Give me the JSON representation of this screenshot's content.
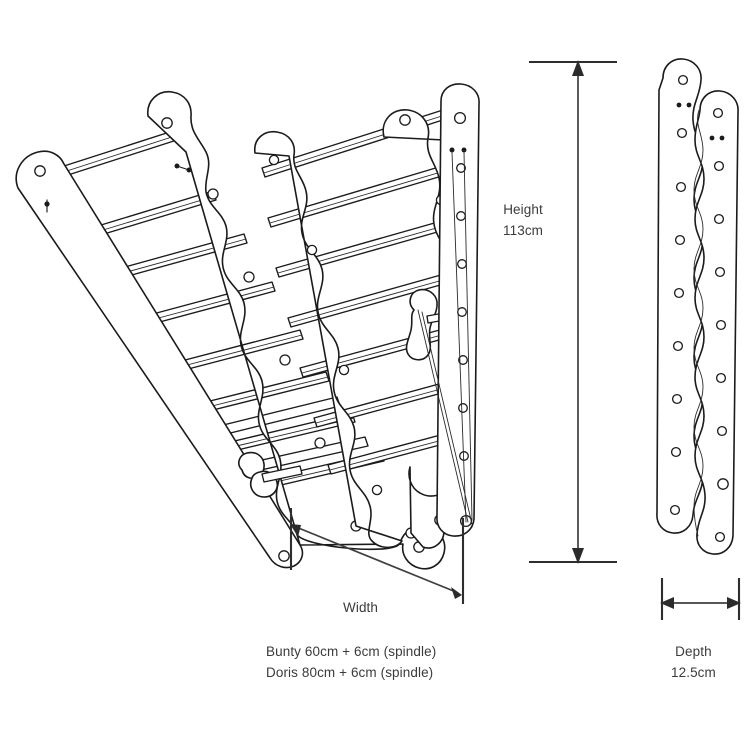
{
  "diagram": {
    "title": "Wall mounted concertina clothes airer dimension drawing",
    "ink_color": "#1b1b1b",
    "text_color": "#3b3b3b",
    "background_color": "#ffffff",
    "views": {
      "main": {
        "name": "front-three-quarter-view",
        "description": "Folding wall-mounted clothes airer with scalloped radiating arms and horizontal drying rails"
      },
      "side": {
        "name": "side-profile-view",
        "description": "Two overlapping perforated vertical strips forming the folded depth profile"
      }
    },
    "dimensions": {
      "height": {
        "label": "Height",
        "value": "113cm",
        "orientation": "vertical",
        "arrows": "both"
      },
      "width": {
        "label": "Width",
        "orientation": "diagonal",
        "arrows": "both"
      },
      "depth": {
        "label": "Depth",
        "value": "12.5cm",
        "orientation": "horizontal",
        "arrows": "both"
      }
    },
    "notes": [
      "Bunty 60cm + 6cm (spindle)",
      "Doris  80cm + 6cm (spindle)"
    ],
    "models": [
      {
        "name": "Bunty",
        "rail_length": "60cm",
        "spindle_extra": "6cm"
      },
      {
        "name": "Doris",
        "rail_length": "80cm",
        "spindle_extra": "6cm"
      }
    ]
  }
}
